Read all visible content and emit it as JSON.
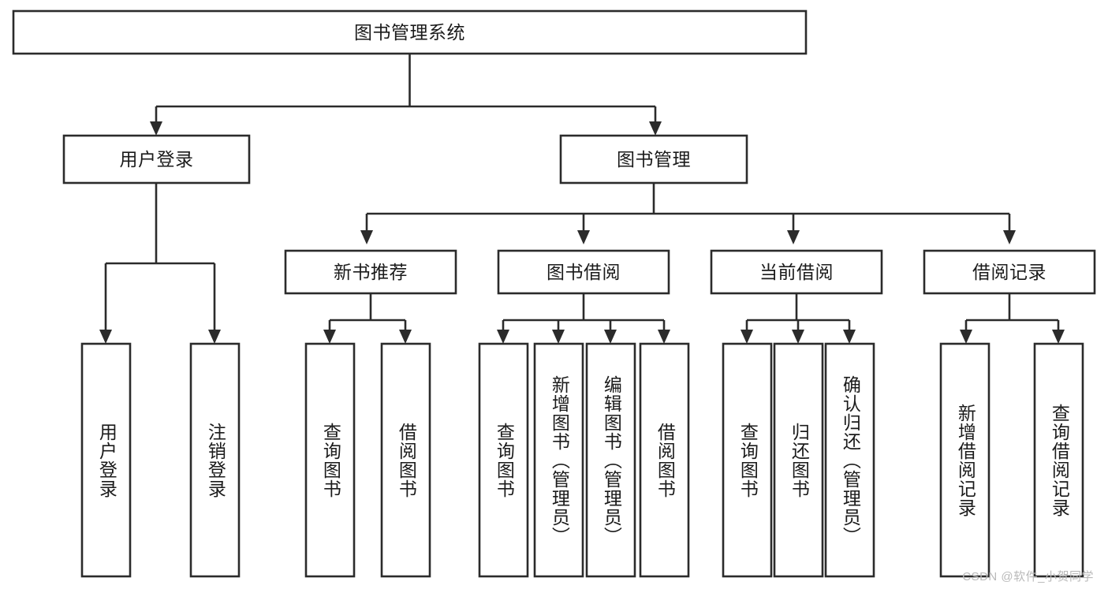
{
  "diagram": {
    "title": "图书管理系统",
    "type": "hierarchy-tree",
    "style": {
      "box_fill": "#ffffff",
      "box_stroke": "#2b2b2b",
      "text_color": "#1b1b1b",
      "background": "#ffffff",
      "watermark_color": "#b9b9b9"
    },
    "levels": {
      "level1": {
        "nodes": [
          {
            "id": "root",
            "label": "图书管理系统",
            "orientation": "horizontal"
          }
        ]
      },
      "level2": {
        "nodes": [
          {
            "id": "user-login",
            "label": "用户登录",
            "orientation": "horizontal",
            "parent": "root"
          },
          {
            "id": "book-mgmt",
            "label": "图书管理",
            "orientation": "horizontal",
            "parent": "root"
          }
        ]
      },
      "level3": {
        "nodes": [
          {
            "id": "new-book-rec",
            "label": "新书推荐",
            "orientation": "horizontal",
            "parent": "book-mgmt"
          },
          {
            "id": "book-borrow",
            "label": "图书借阅",
            "orientation": "horizontal",
            "parent": "book-mgmt"
          },
          {
            "id": "current-borrow",
            "label": "当前借阅",
            "orientation": "horizontal",
            "parent": "book-mgmt"
          },
          {
            "id": "borrow-record",
            "label": "借阅记录",
            "orientation": "horizontal",
            "parent": "book-mgmt"
          }
        ]
      },
      "level4": {
        "nodes": [
          {
            "id": "leaf-user-login",
            "label": "用户登录",
            "orientation": "vertical",
            "parent": "user-login"
          },
          {
            "id": "leaf-logout",
            "label": "注销登录",
            "orientation": "vertical",
            "parent": "user-login"
          },
          {
            "id": "leaf-query-book-1",
            "label": "查询图书",
            "orientation": "vertical",
            "parent": "new-book-rec"
          },
          {
            "id": "leaf-borrow-book-1",
            "label": "借阅图书",
            "orientation": "vertical",
            "parent": "new-book-rec"
          },
          {
            "id": "leaf-query-book-2",
            "label": "查询图书",
            "orientation": "vertical",
            "parent": "book-borrow"
          },
          {
            "id": "leaf-add-book",
            "label": "新增图书（管理员）",
            "orientation": "vertical",
            "parent": "book-borrow"
          },
          {
            "id": "leaf-edit-book",
            "label": "编辑图书（管理员）",
            "orientation": "vertical",
            "parent": "book-borrow"
          },
          {
            "id": "leaf-borrow-book-2",
            "label": "借阅图书",
            "orientation": "vertical",
            "parent": "book-borrow"
          },
          {
            "id": "leaf-query-book-3",
            "label": "查询图书",
            "orientation": "vertical",
            "parent": "current-borrow"
          },
          {
            "id": "leaf-return-book",
            "label": "归还图书",
            "orientation": "vertical",
            "parent": "current-borrow"
          },
          {
            "id": "leaf-confirm-return",
            "label": "确认归还（管理员）",
            "orientation": "vertical",
            "parent": "current-borrow"
          },
          {
            "id": "leaf-add-record",
            "label": "新增借阅记录",
            "orientation": "vertical",
            "parent": "borrow-record"
          },
          {
            "id": "leaf-query-record",
            "label": "查询借阅记录",
            "orientation": "vertical",
            "parent": "borrow-record"
          }
        ]
      }
    }
  },
  "watermark": {
    "text": "CSDN @软件_小贺同学"
  }
}
